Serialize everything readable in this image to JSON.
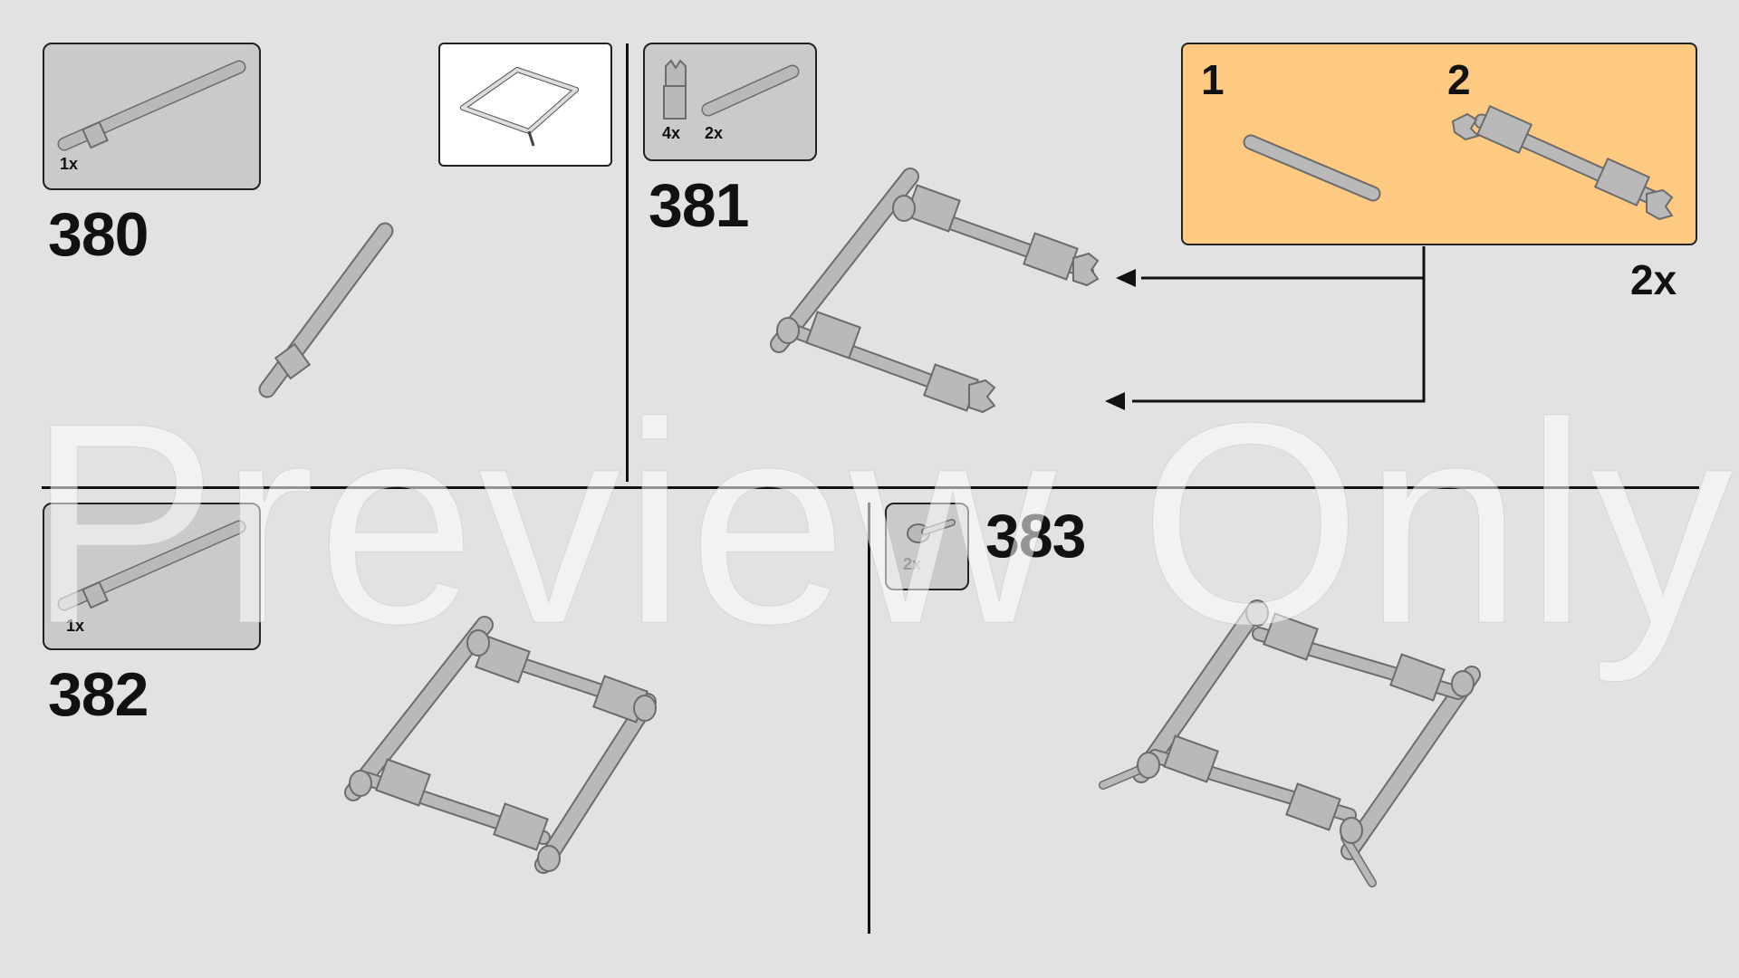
{
  "steps": [
    {
      "number": "380",
      "parts": [
        {
          "qty": "1x",
          "icon": "long-axle-icon"
        }
      ]
    },
    {
      "number": "381",
      "parts": [
        {
          "qty": "4x",
          "icon": "clip-connector-icon"
        },
        {
          "qty": "2x",
          "icon": "short-axle-icon"
        }
      ]
    },
    {
      "number": "382",
      "parts": [
        {
          "qty": "1x",
          "icon": "long-axle-icon"
        }
      ]
    },
    {
      "number": "383",
      "parts": [
        {
          "qty": "2x",
          "icon": "clip-icon"
        }
      ]
    }
  ],
  "callout": {
    "sub_steps": [
      "1",
      "2"
    ],
    "multiplier": "2x",
    "bg_color": "#fec981"
  },
  "watermark": "Preview Only",
  "colors": {
    "background": "#e2e2e2",
    "parts_box": "#c9cbca",
    "part_gray": "#b9b9b9",
    "part_outline": "#6c6c6c"
  }
}
